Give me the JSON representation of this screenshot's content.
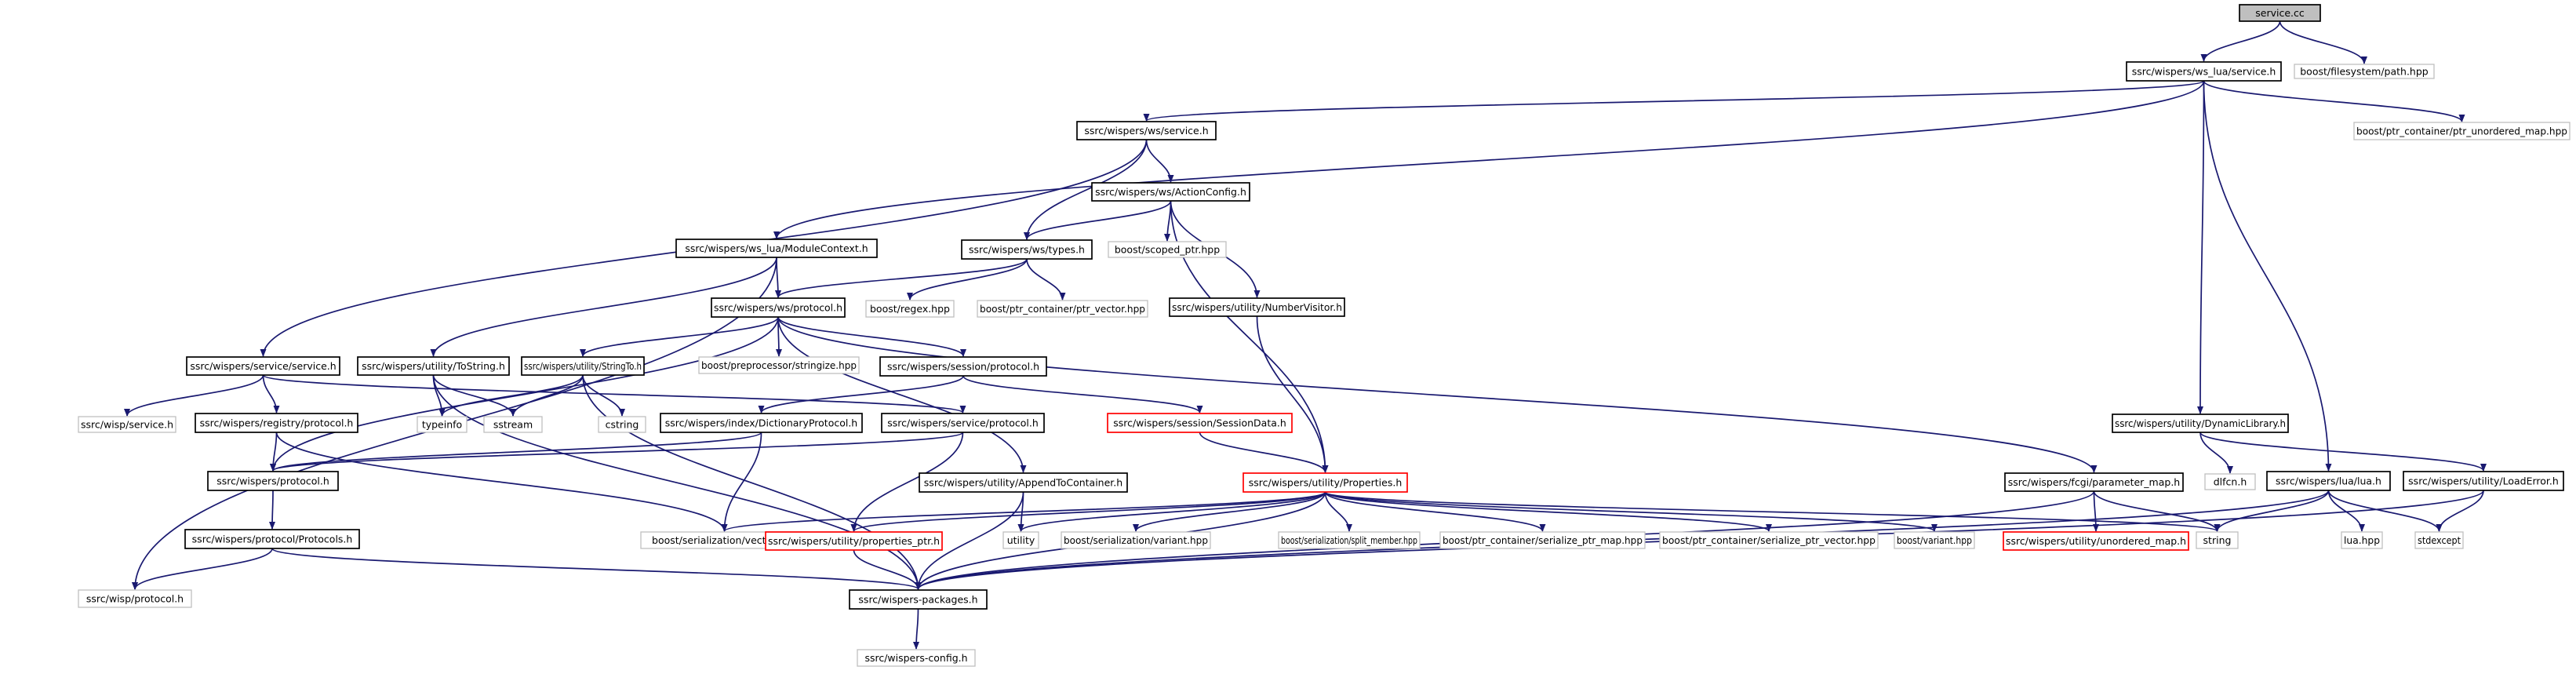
{
  "nodes": [
    {
      "id": "service_cc",
      "label": "service.cc",
      "style": "root"
    },
    {
      "id": "ws_lua_service",
      "label": "ssrc/wispers/ws_lua/service.h",
      "style": "normal"
    },
    {
      "id": "boost_fs_path",
      "label": "boost/filesystem/path.hpp",
      "style": "external"
    },
    {
      "id": "ws_service",
      "label": "ssrc/wispers/ws/service.h",
      "style": "normal"
    },
    {
      "id": "ptr_unordered_map",
      "label": "boost/ptr_container/ptr_unordered_map.hpp",
      "style": "external"
    },
    {
      "id": "action_config",
      "label": "ssrc/wispers/ws/ActionConfig.h",
      "style": "normal"
    },
    {
      "id": "ws_types",
      "label": "ssrc/wispers/ws/types.h",
      "style": "normal"
    },
    {
      "id": "scoped_ptr",
      "label": "boost/scoped_ptr.hpp",
      "style": "external"
    },
    {
      "id": "module_context",
      "label": "ssrc/wispers/ws_lua/ModuleContext.h",
      "style": "normal"
    },
    {
      "id": "regex",
      "label": "boost/regex.hpp",
      "style": "external"
    },
    {
      "id": "ptr_vector",
      "label": "boost/ptr_container/ptr_vector.hpp",
      "style": "external"
    },
    {
      "id": "number_visitor",
      "label": "ssrc/wispers/utility/NumberVisitor.h",
      "style": "normal"
    },
    {
      "id": "ws_protocol",
      "label": "ssrc/wispers/ws/protocol.h",
      "style": "normal"
    },
    {
      "id": "service_service",
      "label": "ssrc/wispers/service/service.h",
      "style": "normal"
    },
    {
      "id": "to_string",
      "label": "ssrc/wispers/utility/ToString.h",
      "style": "normal"
    },
    {
      "id": "string_to",
      "label": "ssrc/wispers/utility/StringTo.h",
      "style": "normal"
    },
    {
      "id": "stringize",
      "label": "boost/preprocessor/stringize.hpp",
      "style": "external"
    },
    {
      "id": "session_protocol",
      "label": "ssrc/wispers/session/protocol.h",
      "style": "normal"
    },
    {
      "id": "dynamic_library",
      "label": "ssrc/wispers/utility/DynamicLibrary.h",
      "style": "normal"
    },
    {
      "id": "wisp_service",
      "label": "ssrc/wisp/service.h",
      "style": "external"
    },
    {
      "id": "registry_protocol",
      "label": "ssrc/wispers/registry/protocol.h",
      "style": "normal"
    },
    {
      "id": "typeinfo",
      "label": "typeinfo",
      "style": "external"
    },
    {
      "id": "sstream",
      "label": "sstream",
      "style": "external"
    },
    {
      "id": "cstring",
      "label": "cstring",
      "style": "external"
    },
    {
      "id": "dict_protocol",
      "label": "ssrc/wispers/index/DictionaryProtocol.h",
      "style": "normal"
    },
    {
      "id": "service_protocol",
      "label": "ssrc/wispers/service/protocol.h",
      "style": "normal"
    },
    {
      "id": "session_data",
      "label": "ssrc/wispers/session/SessionData.h",
      "style": "truncated"
    },
    {
      "id": "dlfcn",
      "label": "dlfcn.h",
      "style": "external"
    },
    {
      "id": "lua_h",
      "label": "ssrc/wispers/lua/lua.h",
      "style": "normal"
    },
    {
      "id": "load_error",
      "label": "ssrc/wispers/utility/LoadError.h",
      "style": "normal"
    },
    {
      "id": "wispers_protocol",
      "label": "ssrc/wispers/protocol.h",
      "style": "normal"
    },
    {
      "id": "append_to_container",
      "label": "ssrc/wispers/utility/AppendToContainer.h",
      "style": "normal"
    },
    {
      "id": "properties",
      "label": "ssrc/wispers/utility/Properties.h",
      "style": "truncated"
    },
    {
      "id": "fcgi_parameter_map",
      "label": "ssrc/wispers/fcgi/parameter_map.h",
      "style": "normal"
    },
    {
      "id": "protocols",
      "label": "ssrc/wispers/protocol/Protocols.h",
      "style": "normal"
    },
    {
      "id": "ser_vector",
      "label": "boost/serialization/vector.hpp",
      "style": "external"
    },
    {
      "id": "properties_ptr",
      "label": "ssrc/wispers/utility/properties_ptr.h",
      "style": "truncated"
    },
    {
      "id": "utility",
      "label": "utility",
      "style": "external"
    },
    {
      "id": "ser_variant",
      "label": "boost/serialization/variant.hpp",
      "style": "external"
    },
    {
      "id": "ser_split_member",
      "label": "boost/serialization/split_member.hpp",
      "style": "external"
    },
    {
      "id": "ser_ptr_map",
      "label": "boost/ptr_container/serialize_ptr_map.hpp",
      "style": "external"
    },
    {
      "id": "ser_ptr_vector",
      "label": "boost/ptr_container/serialize_ptr_vector.hpp",
      "style": "external"
    },
    {
      "id": "boost_variant",
      "label": "boost/variant.hpp",
      "style": "external"
    },
    {
      "id": "unordered_map",
      "label": "ssrc/wispers/utility/unordered_map.h",
      "style": "truncated"
    },
    {
      "id": "string",
      "label": "string",
      "style": "external"
    },
    {
      "id": "lua_hpp",
      "label": "lua.hpp",
      "style": "external"
    },
    {
      "id": "stdexcept",
      "label": "stdexcept",
      "style": "external"
    },
    {
      "id": "wisp_protocol",
      "label": "ssrc/wisp/protocol.h",
      "style": "external"
    },
    {
      "id": "wispers_packages",
      "label": "ssrc/wispers-packages.h",
      "style": "normal"
    },
    {
      "id": "wispers_config",
      "label": "ssrc/wispers-config.h",
      "style": "external"
    }
  ],
  "edges": [
    [
      "service_cc",
      "ws_lua_service"
    ],
    [
      "service_cc",
      "boost_fs_path"
    ],
    [
      "ws_lua_service",
      "ws_service"
    ],
    [
      "ws_lua_service",
      "ptr_unordered_map"
    ],
    [
      "ws_lua_service",
      "module_context"
    ],
    [
      "ws_lua_service",
      "dynamic_library"
    ],
    [
      "ws_lua_service",
      "lua_h"
    ],
    [
      "ws_service",
      "action_config"
    ],
    [
      "ws_service",
      "ws_types"
    ],
    [
      "ws_service",
      "service_service"
    ],
    [
      "action_config",
      "ws_types"
    ],
    [
      "action_config",
      "scoped_ptr"
    ],
    [
      "action_config",
      "number_visitor"
    ],
    [
      "action_config",
      "properties"
    ],
    [
      "ws_types",
      "ws_protocol"
    ],
    [
      "ws_types",
      "regex"
    ],
    [
      "ws_types",
      "ptr_vector"
    ],
    [
      "module_context",
      "ws_protocol"
    ],
    [
      "module_context",
      "to_string"
    ],
    [
      "module_context",
      "wisp_protocol"
    ],
    [
      "number_visitor",
      "properties"
    ],
    [
      "ws_protocol",
      "string_to"
    ],
    [
      "ws_protocol",
      "stringize"
    ],
    [
      "ws_protocol",
      "session_protocol"
    ],
    [
      "ws_protocol",
      "wispers_protocol"
    ],
    [
      "ws_protocol",
      "append_to_container"
    ],
    [
      "ws_protocol",
      "fcgi_parameter_map"
    ],
    [
      "service_service",
      "wisp_service"
    ],
    [
      "service_service",
      "registry_protocol"
    ],
    [
      "service_service",
      "service_protocol"
    ],
    [
      "to_string",
      "typeinfo"
    ],
    [
      "to_string",
      "sstream"
    ],
    [
      "to_string",
      "wispers_packages"
    ],
    [
      "string_to",
      "typeinfo"
    ],
    [
      "string_to",
      "sstream"
    ],
    [
      "string_to",
      "cstring"
    ],
    [
      "string_to",
      "wispers_packages"
    ],
    [
      "session_protocol",
      "dict_protocol"
    ],
    [
      "session_protocol",
      "session_data"
    ],
    [
      "registry_protocol",
      "wispers_protocol"
    ],
    [
      "registry_protocol",
      "ser_vector"
    ],
    [
      "dict_protocol",
      "wispers_protocol"
    ],
    [
      "dict_protocol",
      "ser_vector"
    ],
    [
      "service_protocol",
      "wispers_protocol"
    ],
    [
      "service_protocol",
      "properties_ptr"
    ],
    [
      "session_data",
      "properties"
    ],
    [
      "dynamic_library",
      "dlfcn"
    ],
    [
      "dynamic_library",
      "load_error"
    ],
    [
      "lua_h",
      "lua_hpp"
    ],
    [
      "lua_h",
      "stdexcept"
    ],
    [
      "lua_h",
      "string"
    ],
    [
      "lua_h",
      "wispers_packages"
    ],
    [
      "load_error",
      "stdexcept"
    ],
    [
      "load_error",
      "wispers_packages"
    ],
    [
      "wispers_protocol",
      "protocols"
    ],
    [
      "append_to_container",
      "utility"
    ],
    [
      "append_to_container",
      "wispers_packages"
    ],
    [
      "properties",
      "ser_vector"
    ],
    [
      "properties",
      "properties_ptr"
    ],
    [
      "properties",
      "utility"
    ],
    [
      "properties",
      "ser_variant"
    ],
    [
      "properties",
      "ser_split_member"
    ],
    [
      "properties",
      "ser_ptr_map"
    ],
    [
      "properties",
      "ser_ptr_vector"
    ],
    [
      "properties",
      "boost_variant"
    ],
    [
      "properties",
      "string"
    ],
    [
      "properties",
      "wispers_packages"
    ],
    [
      "fcgi_parameter_map",
      "unordered_map"
    ],
    [
      "fcgi_parameter_map",
      "string"
    ],
    [
      "fcgi_parameter_map",
      "wispers_packages"
    ],
    [
      "protocols",
      "wisp_protocol"
    ],
    [
      "protocols",
      "wispers_packages"
    ],
    [
      "properties_ptr",
      "wispers_packages"
    ],
    [
      "wispers_packages",
      "wispers_config"
    ]
  ]
}
